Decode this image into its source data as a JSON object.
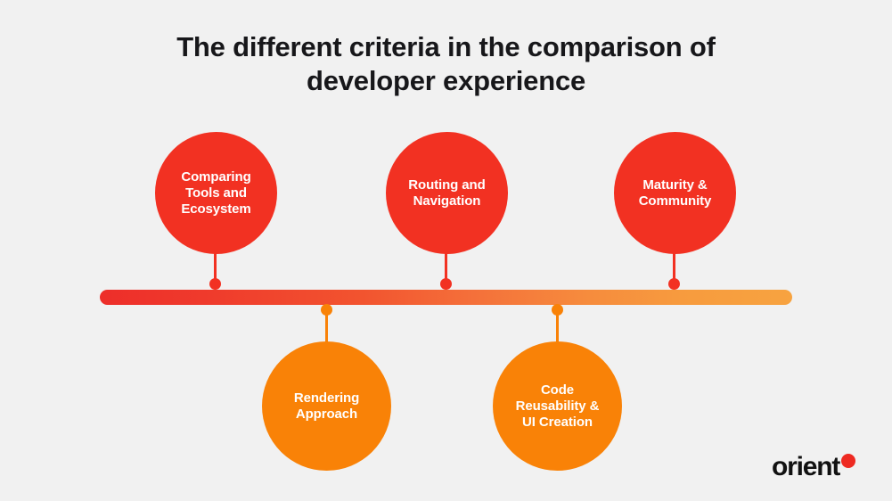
{
  "background_color": "#f1f1f1",
  "title": {
    "line1": "The different criteria in the comparison of",
    "line2": "developer experience",
    "color": "#17171a"
  },
  "timeline": {
    "gradient_start": "#ed2e2a",
    "gradient_end": "#f7a340",
    "top_node_color": "#f23122",
    "bottom_node_color": "#f98207"
  },
  "nodes": [
    {
      "id": "comparing-tools-and-ecosystem",
      "label": "Comparing\nTools and\nEcosystem",
      "position": "top",
      "color": "#f23122"
    },
    {
      "id": "rendering-approach",
      "label": "Rendering\nApproach",
      "position": "bottom",
      "color": "#f98207"
    },
    {
      "id": "routing-and-navigation",
      "label": "Routing and\nNavigation",
      "position": "top",
      "color": "#f23122"
    },
    {
      "id": "code-reusability-and-ui-creation",
      "label": "Code\nReusability &\nUI Creation",
      "position": "bottom",
      "color": "#f98207"
    },
    {
      "id": "maturity-and-community",
      "label": "Maturity &\nCommunity",
      "position": "top",
      "color": "#f23122"
    }
  ],
  "logo": {
    "word": "orient",
    "dot_icon": "circle-dot-icon",
    "dot_color": "#ee2a22"
  }
}
